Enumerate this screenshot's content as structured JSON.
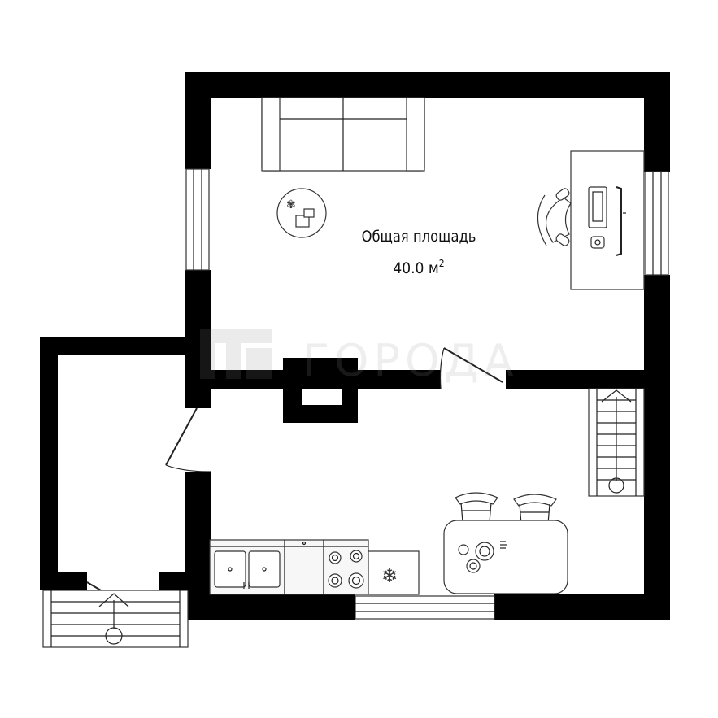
{
  "area_label": {
    "title": "Общая площадь",
    "value": "40.0 м",
    "unit_superscript": "2"
  },
  "watermark": {
    "text": "ГОРОДА"
  },
  "colors": {
    "walls": "#000000",
    "lines": "#222222",
    "background": "#ffffff",
    "watermark": "#999999"
  },
  "furniture_icons": [
    "sofa-icon",
    "round-table-icon",
    "desk-icon",
    "office-chair-icon",
    "laptop-icon",
    "stairs-icon",
    "sink-icon",
    "dishwasher-icon",
    "stove-icon",
    "fridge-icon",
    "dining-table-icon",
    "bar-stool-icon",
    "fireplace-icon",
    "door-icon",
    "window-icon"
  ]
}
